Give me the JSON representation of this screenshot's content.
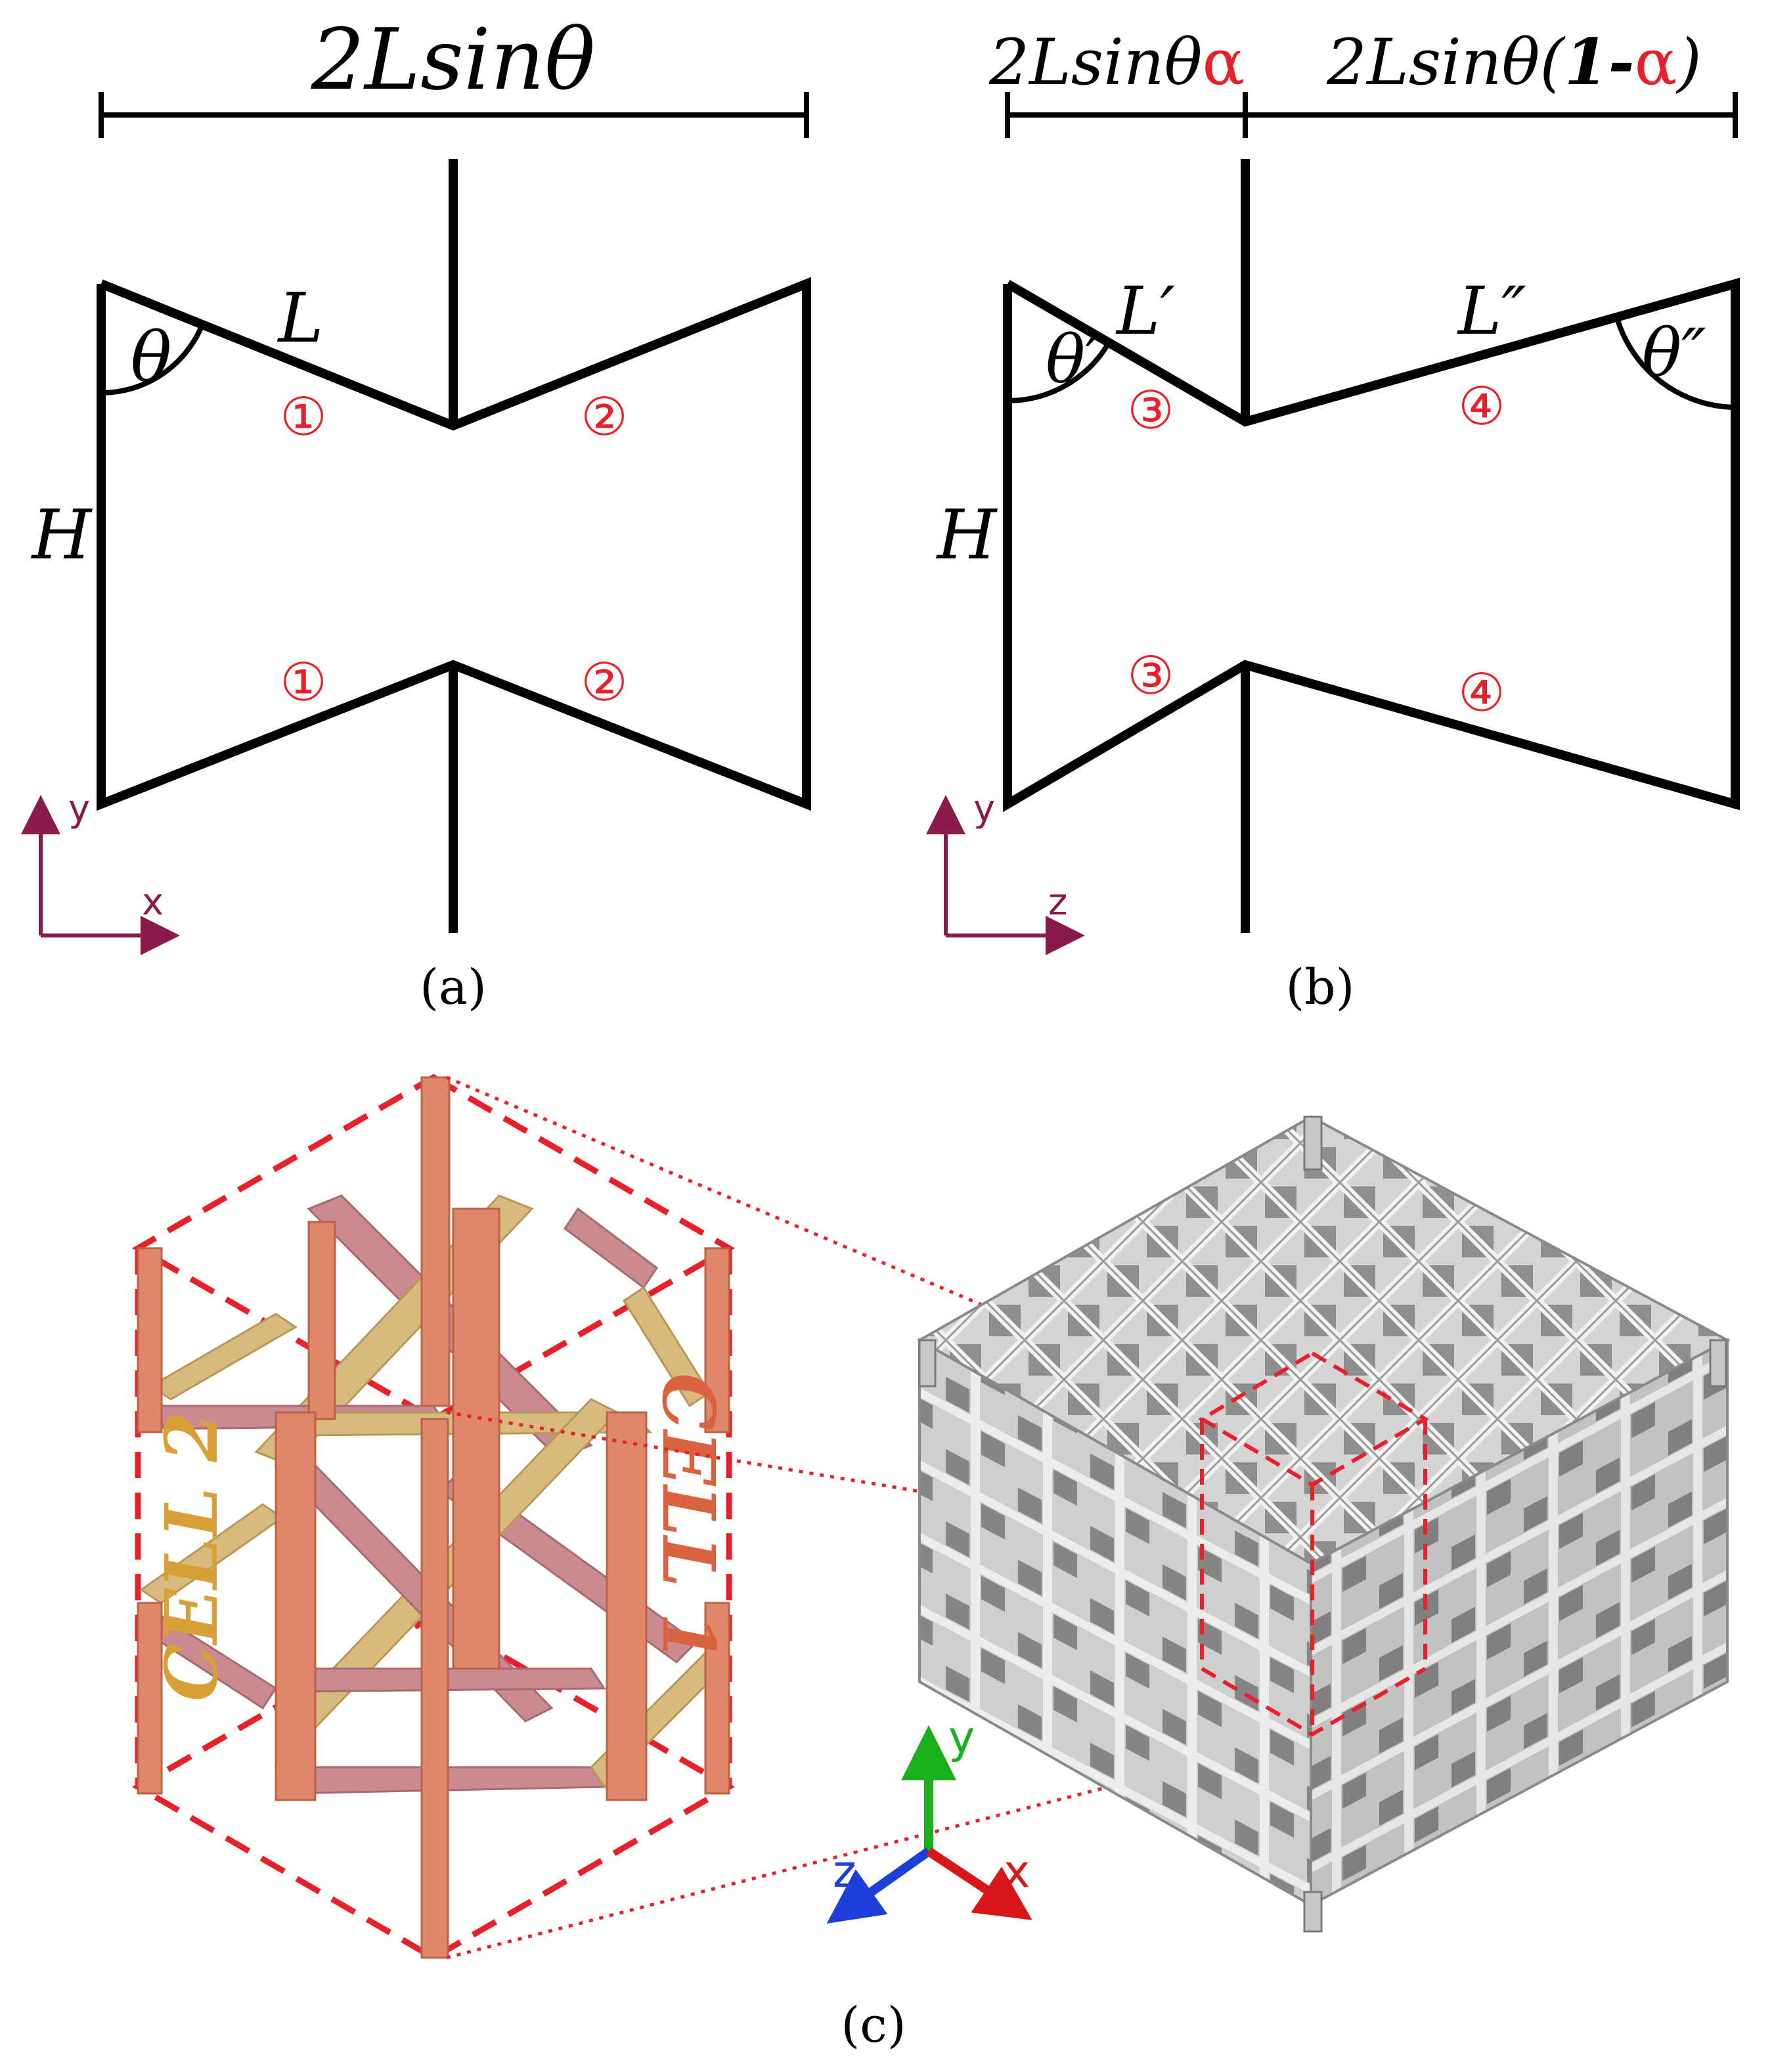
{
  "panel_a": {
    "width_label": "2Lsinθ",
    "theta": "θ",
    "l_label": "L",
    "h_label": "H",
    "beam_1": "①",
    "beam_2": "②",
    "axis_y": "y",
    "axis_x": "x",
    "caption": "(a)"
  },
  "panel_b": {
    "left_width_label": "2Lsinθ",
    "left_alpha": "α",
    "right_width_label_prefix": "2Lsinθ(",
    "right_width_label_one": "1-",
    "right_alpha": "α",
    "right_width_label_suffix": ")",
    "theta_prime": "θ′",
    "theta_double_prime": "θ″",
    "l_prime": "L′",
    "l_double_prime": "L″",
    "h_label": "H",
    "beam_3": "③",
    "beam_4": "④",
    "axis_y": "y",
    "axis_z": "z",
    "caption": "(b)"
  },
  "panel_c": {
    "cell_1_label": "CELL 1",
    "cell_2_label": "CELL 2",
    "axis_y": "y",
    "axis_z": "z",
    "axis_x": "x",
    "caption": "(c)"
  },
  "colors": {
    "line": "#000000",
    "accent_red": "#e8202a",
    "axis_maroon": "#8a1a4a",
    "cell_1": "#e0876a",
    "cell_2": "#d9b97e",
    "pink_strut": "#c98a90",
    "lattice_gray": "#b8b8b8",
    "axis_green": "#1db01d",
    "axis_blue": "#1b3fd8",
    "axis_red": "#d81818"
  }
}
